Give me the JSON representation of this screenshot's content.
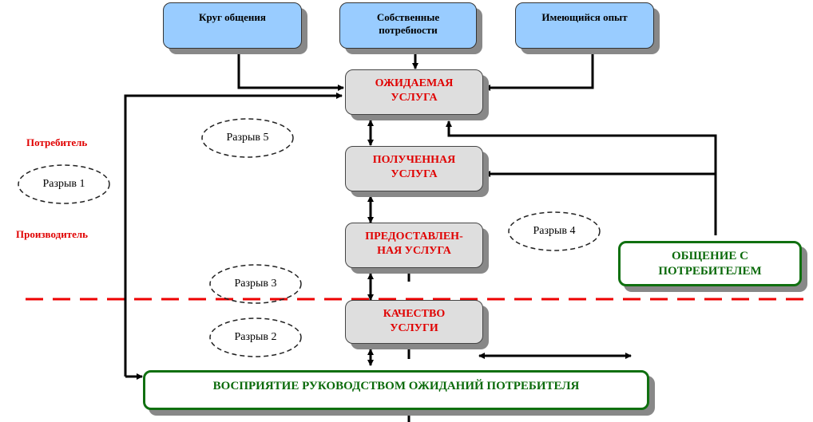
{
  "diagram": {
    "type": "service-quality-gap-model",
    "sources": [
      {
        "id": "communication_circle",
        "label": "Круг общения"
      },
      {
        "id": "own_needs",
        "label": "Собственные потребности"
      },
      {
        "id": "past_experience",
        "label": "Имеющийся опыт"
      }
    ],
    "chain": [
      {
        "id": "expected_service",
        "label": "ОЖИДАЕМАЯ УСЛУГА"
      },
      {
        "id": "received_service",
        "label": "ПОЛУЧЕННАЯ УСЛУГА"
      },
      {
        "id": "delivered_service",
        "label": "ПРЕДОСТАВЛЕН-НАЯ УСЛУГА"
      },
      {
        "id": "service_quality",
        "label": "КАЧЕСТВО УСЛУГИ"
      }
    ],
    "customer_communication": {
      "label": "ОБЩЕНИЕ С ПОТРЕБИТЕЛЕМ"
    },
    "management_perception": {
      "label": "ВОСПРИЯТИЕ РУКОВОДСТВОМ ОЖИДАНИЙ ПОТРЕБИТЕЛЯ"
    },
    "side_labels": {
      "consumer": "Потребитель",
      "producer": "Производитель"
    },
    "gaps": [
      {
        "id": "gap1",
        "label": "Разрыв 1"
      },
      {
        "id": "gap2",
        "label": "Разрыв 2"
      },
      {
        "id": "gap3",
        "label": "Разрыв 3"
      },
      {
        "id": "gap4",
        "label": "Разрыв 4"
      },
      {
        "id": "gap5",
        "label": "Разрыв 5"
      }
    ],
    "colors": {
      "source_fill": "#99ccff",
      "chain_fill": "#dedede",
      "chain_text": "#e00000",
      "green": "#107010",
      "divider": "#ee0000"
    }
  }
}
